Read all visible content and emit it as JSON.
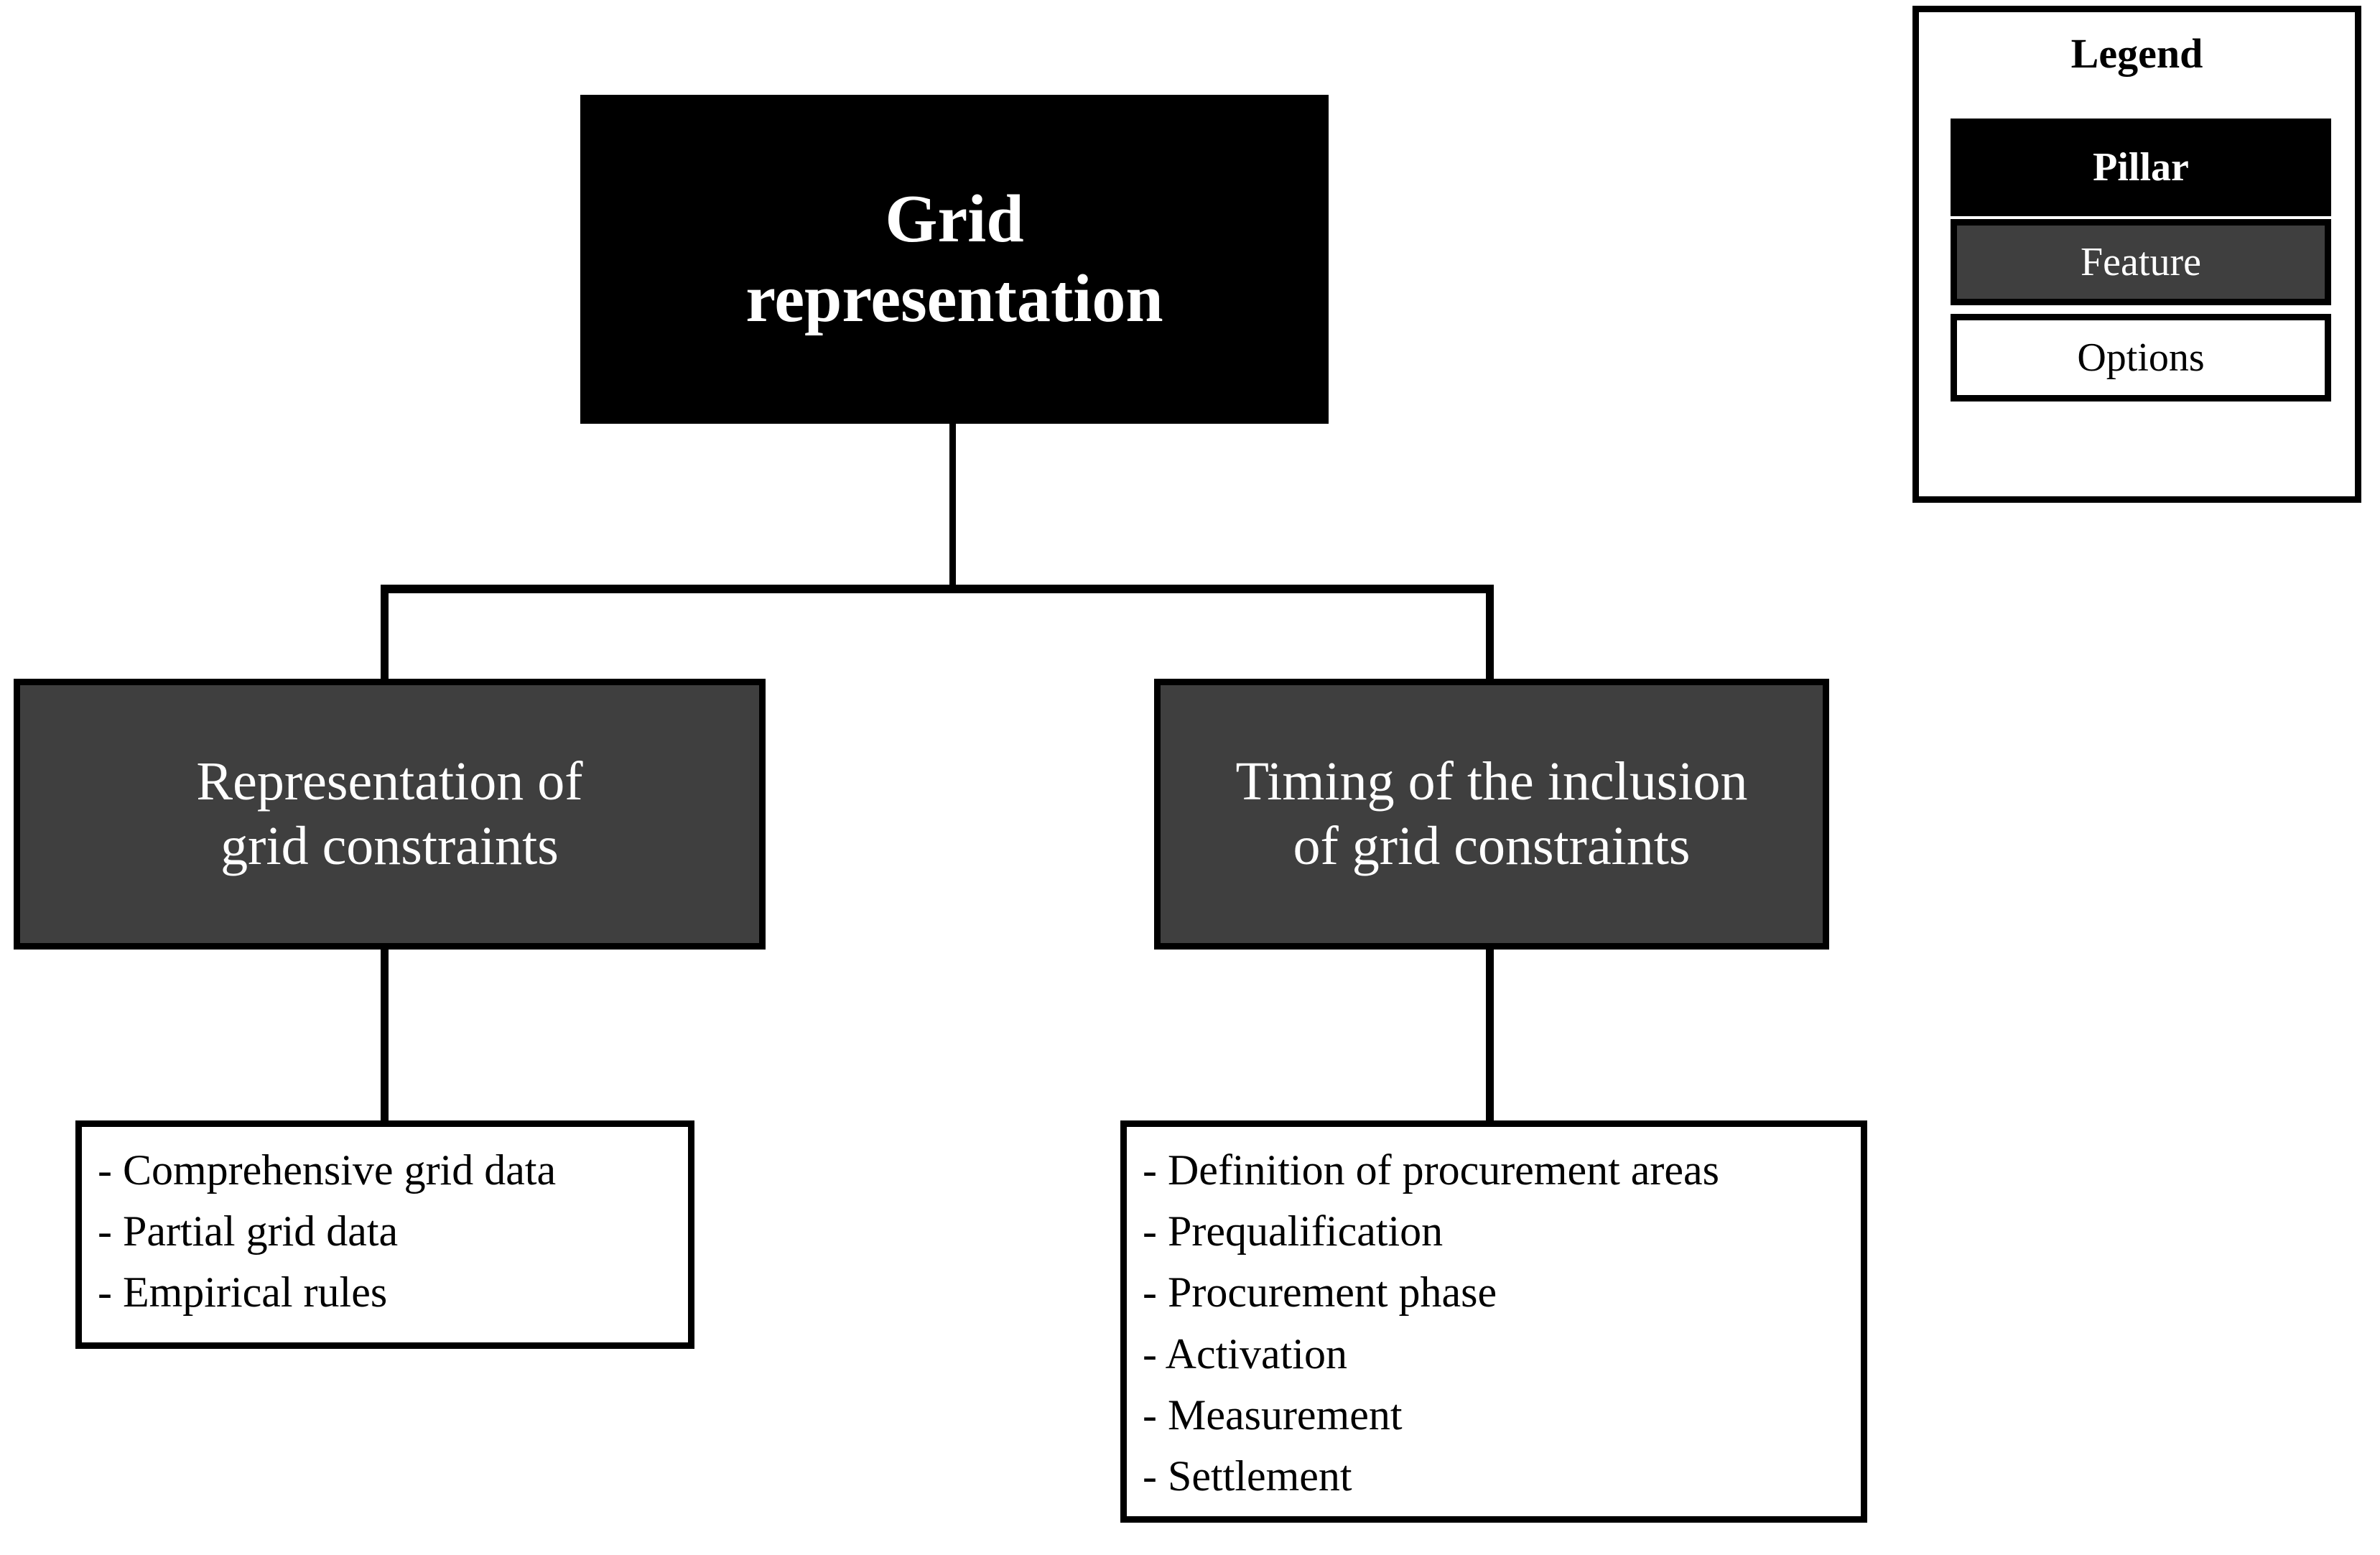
{
  "diagram": {
    "title": "Grid representation",
    "pillar": {
      "label": "Grid representation",
      "type": "Pillar"
    },
    "features": [
      {
        "id": "representation-of-grid-constraints",
        "label": "Representation of grid constraints",
        "line1": "Representation of",
        "line2": "grid constraints",
        "type": "Feature",
        "options": [
          "- Comprehensive grid data",
          "- Partial grid data",
          "- Empirical rules"
        ]
      },
      {
        "id": "timing-of-the-inclusion-of-grid-constraints",
        "label": "Timing of the inclusion of grid constraints",
        "line1": "Timing of the inclusion",
        "line2": "of grid constraints",
        "type": "Feature",
        "options": [
          "- Definition of procurement areas",
          "- Prequalification",
          "- Procurement phase",
          "- Activation",
          "- Measurement",
          "- Settlement"
        ]
      }
    ]
  },
  "legend": {
    "title": "Legend",
    "items": [
      {
        "label": "Pillar",
        "color": "#000000"
      },
      {
        "label": "Feature",
        "color": "#3f3f3f"
      },
      {
        "label": "Options",
        "color": "#ffffff"
      }
    ]
  },
  "colors": {
    "pillar": "#000000",
    "feature": "#3f3f3f",
    "options": "#ffffff",
    "stroke": "#000000",
    "background": "#ffffff"
  }
}
